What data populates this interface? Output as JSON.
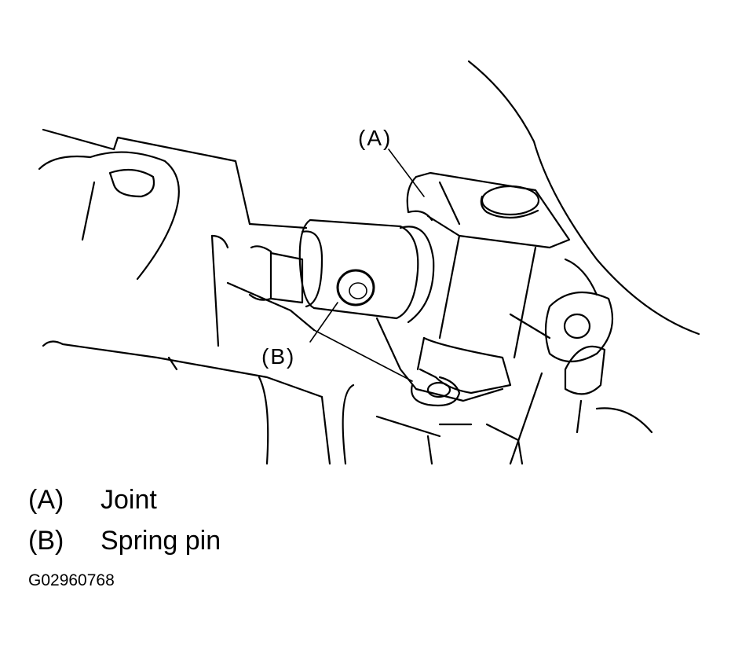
{
  "callouts": [
    {
      "id": "A",
      "text": "(A)"
    },
    {
      "id": "B",
      "text": "(B)"
    }
  ],
  "legend": [
    {
      "key": "(A)",
      "label": "Joint"
    },
    {
      "key": "(B)",
      "label": "Spring pin"
    }
  ],
  "figure_id": "G02960768"
}
